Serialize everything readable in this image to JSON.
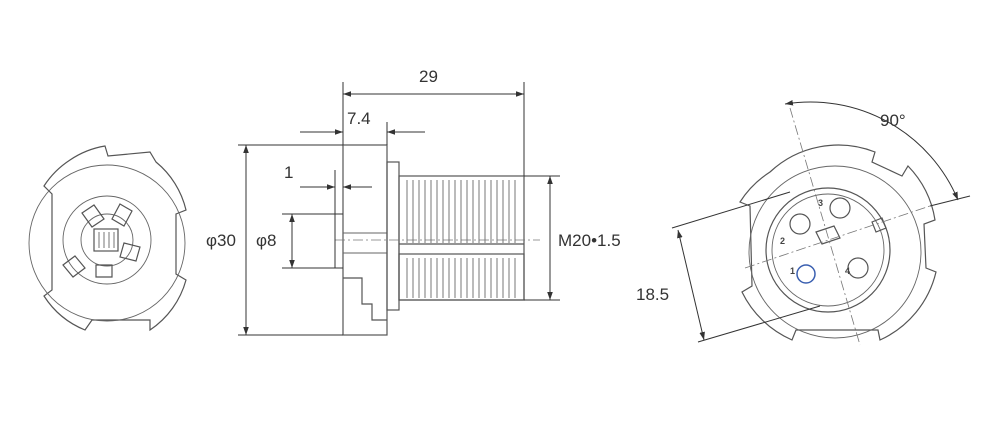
{
  "dimensions": {
    "length": "29",
    "flange_width": "7.4",
    "step": "1",
    "outer_diameter": "φ30",
    "bore_diameter": "φ8",
    "thread": "M20•1.5",
    "width_across": "18.5",
    "rotation": "90°"
  },
  "pins": [
    "1",
    "2",
    "3",
    "4"
  ],
  "colors": {
    "line": "#555555",
    "accent": "#3a5fb0"
  }
}
